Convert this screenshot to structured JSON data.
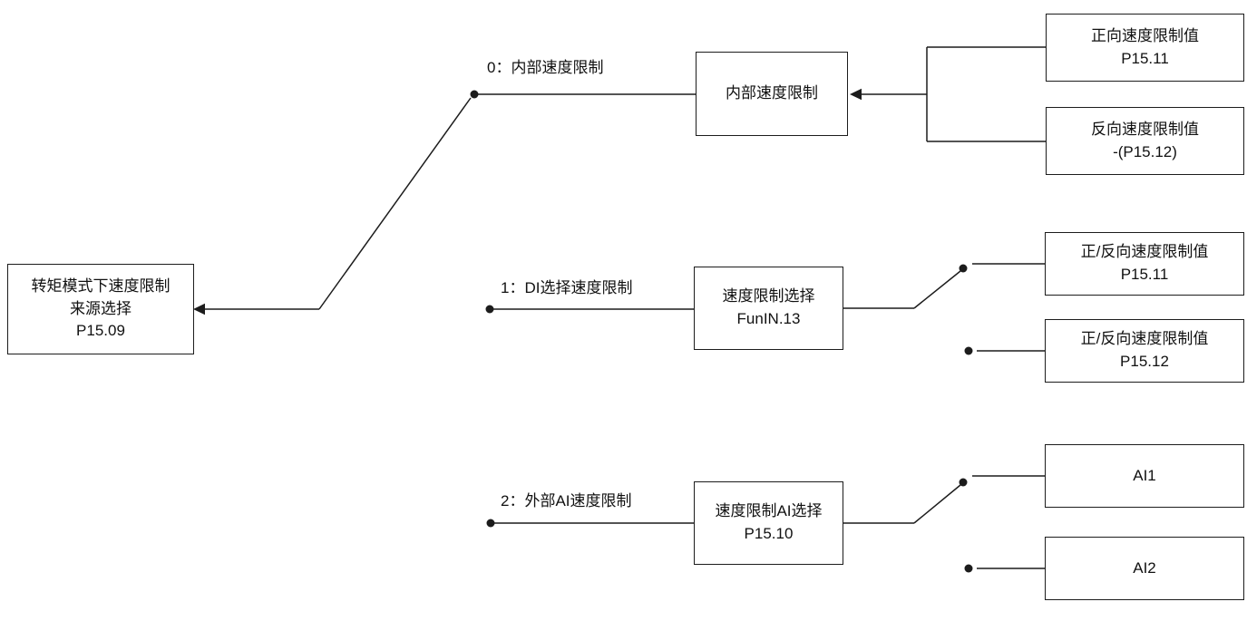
{
  "diagram": {
    "background": "#ffffff",
    "line_color": "#1c1c1c",
    "source_box": {
      "lines": [
        "转矩模式下速度限制",
        "来源选择",
        "P15.09"
      ]
    },
    "branches": [
      {
        "selector_label": "0：内部速度限制",
        "process_box": {
          "lines": [
            "内部速度限制"
          ]
        },
        "outputs": [
          {
            "lines": [
              "正向速度限制值",
              "P15.11"
            ]
          },
          {
            "lines": [
              "反向速度限制值",
              "-(P15.12)"
            ]
          }
        ]
      },
      {
        "selector_label": "1：DI选择速度限制",
        "process_box": {
          "lines": [
            "速度限制选择",
            "FunIN.13"
          ]
        },
        "outputs": [
          {
            "lines": [
              "正/反向速度限制值",
              "P15.11"
            ]
          },
          {
            "lines": [
              "正/反向速度限制值",
              "P15.12"
            ]
          }
        ]
      },
      {
        "selector_label": "2：外部AI速度限制",
        "process_box": {
          "lines": [
            "速度限制AI选择",
            "P15.10"
          ]
        },
        "outputs": [
          {
            "lines": [
              "AI1"
            ]
          },
          {
            "lines": [
              "AI2"
            ]
          }
        ]
      }
    ]
  }
}
